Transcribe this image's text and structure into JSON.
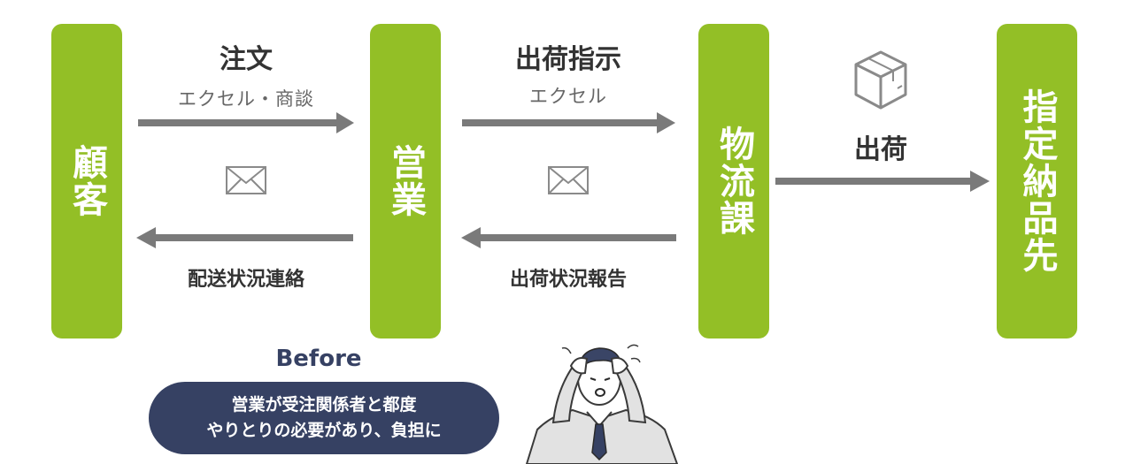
{
  "nodes": {
    "customer": "顧客",
    "sales": "営業",
    "logistics": "物流課",
    "destination": "指定納品先"
  },
  "edges": {
    "order": {
      "title": "注文",
      "sub": "エクセル・商談"
    },
    "shipping_instruction": {
      "title": "出荷指示",
      "sub": "エクセル"
    },
    "shipment": {
      "title": "出荷"
    },
    "delivery_status_contact": {
      "label": "配送状況連絡"
    },
    "shipping_status_report": {
      "label": "出荷状況報告"
    }
  },
  "before_label": "Before",
  "callout": {
    "line1": "営業が受注関係者と都度",
    "line2": "やりとりの必要があり、負担に"
  },
  "colors": {
    "node_green": "#93bf26",
    "arrow_gray": "#7a7a7a",
    "callout_navy": "#364163",
    "icon_gray": "#8a8a8a"
  },
  "icons": [
    "envelope-icon",
    "envelope-icon",
    "package-box-icon",
    "worried-businessman-illustration"
  ]
}
